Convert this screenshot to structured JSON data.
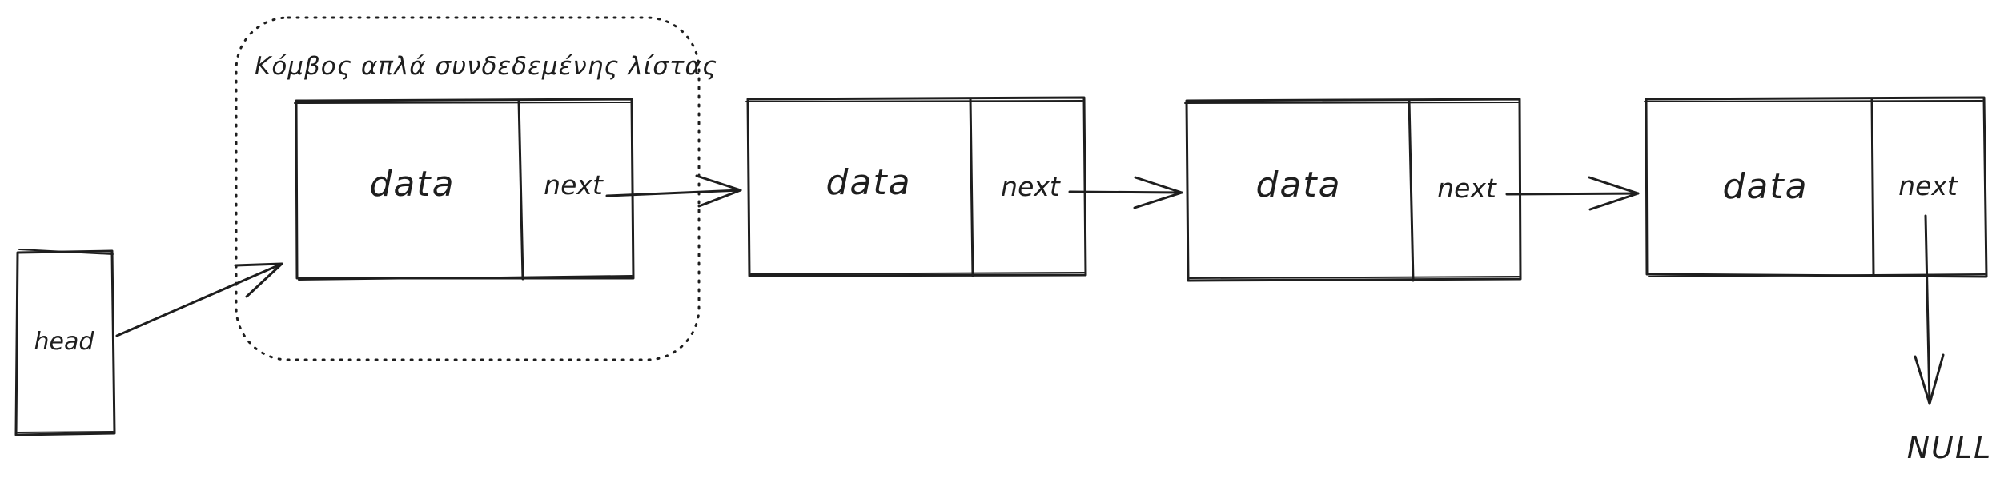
{
  "group": {
    "caption": "Κόμβος απλά συνδεδεμένης λίστας"
  },
  "head": {
    "label": "head"
  },
  "nodes": [
    {
      "data_label": "data",
      "next_label": "next"
    },
    {
      "data_label": "data",
      "next_label": "next"
    },
    {
      "data_label": "data",
      "next_label": "next"
    },
    {
      "data_label": "data",
      "next_label": "next"
    }
  ],
  "terminator": {
    "label": "NULL"
  }
}
